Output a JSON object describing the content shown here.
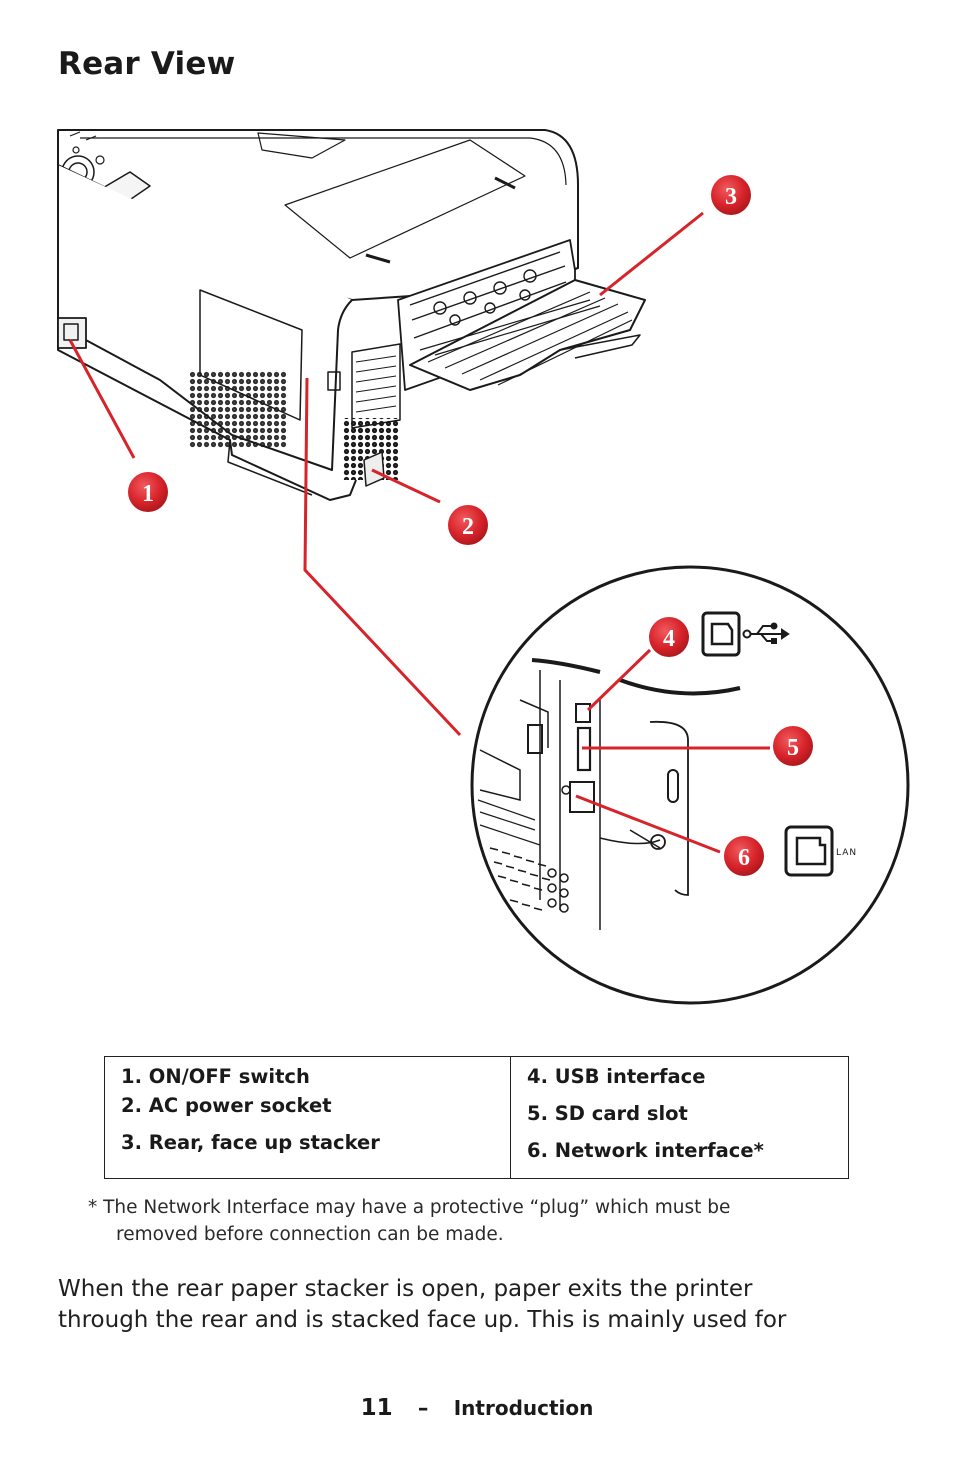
{
  "page": {
    "title": "Rear View"
  },
  "figure": {
    "callouts": [
      "1",
      "2",
      "3",
      "4",
      "5",
      "6"
    ],
    "lan_label": "LAN",
    "icons": [
      "usb-b-port-icon",
      "usb-symbol-icon",
      "lan-port-icon"
    ],
    "callout_color": "#d7232a"
  },
  "legend": {
    "left": [
      "1. ON/OFF switch",
      "2. AC power socket",
      "3. Rear, face up stacker"
    ],
    "right": [
      "4. USB interface",
      "5. SD card slot",
      "6. Network interface*"
    ]
  },
  "footnote": {
    "line1": "* The Network Interface may have a protective “plug” which must be",
    "line2": "removed before connection can be made."
  },
  "body": {
    "line1": "When the rear paper stacker is open, paper exits the printer",
    "line2": "through the rear and is stacked face up. This is mainly used for"
  },
  "footer": {
    "page_number": "11",
    "separator": "–",
    "section": "Introduction"
  }
}
